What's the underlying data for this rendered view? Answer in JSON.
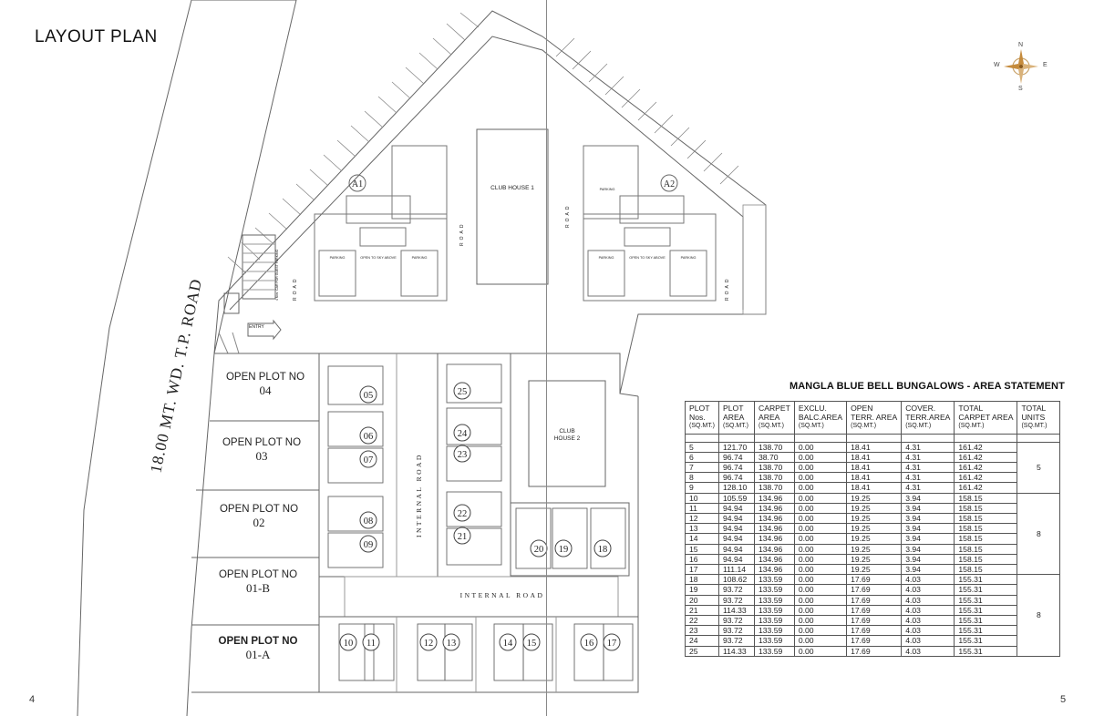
{
  "page": {
    "title": "LAYOUT PLAN",
    "page_left": "4",
    "page_right": "5"
  },
  "compass": {
    "n": "N",
    "s": "S",
    "e": "E",
    "w": "W"
  },
  "road_main": "18.00 MT. WD. T.P. ROAD",
  "labels": {
    "entry": "ENTRY",
    "club1": "CLUB HOUSE 1",
    "club2_a": "CLUB",
    "club2_b": "HOUSE 2",
    "internal_road": "INTERNAL ROAD",
    "internal_road_h": "INTERNAL ROAD",
    "road": "ROAD",
    "parking": "PARKING",
    "open_sky": "OPEN TO SKY ABOVE",
    "visitor_parking": "4 Nos. CAR FOR GUEST PARKING",
    "tower_a1": "A1",
    "tower_a2": "A2"
  },
  "open_plots": [
    {
      "a": "OPEN PLOT NO",
      "b": "04"
    },
    {
      "a": "OPEN PLOT NO",
      "b": "03"
    },
    {
      "a": "OPEN PLOT NO",
      "b": "02"
    },
    {
      "a": "OPEN PLOT NO",
      "b": "01-B"
    },
    {
      "a": "OPEN PLOT NO",
      "b": "01-A"
    }
  ],
  "plot_numbers": {
    "left": [
      "05",
      "06",
      "07",
      "08",
      "09"
    ],
    "mid": [
      "25",
      "24",
      "23",
      "22",
      "21"
    ],
    "right": [
      "20",
      "19",
      "18"
    ],
    "bottom": [
      "10",
      "11",
      "12",
      "13",
      "14",
      "15",
      "16",
      "17"
    ]
  },
  "area_statement": {
    "title": "MANGLA BLUE BELL BUNGALOWS - AREA STATEMENT",
    "headers": [
      {
        "a": "PLOT",
        "b": "Nos.",
        "s": "(SQ.MT.)"
      },
      {
        "a": "PLOT",
        "b": "AREA",
        "s": "(SQ.MT.)"
      },
      {
        "a": "CARPET",
        "b": "AREA",
        "s": "(SQ.MT.)"
      },
      {
        "a": "EXCLU.",
        "b": "BALC.AREA",
        "s": "(SQ.MT.)"
      },
      {
        "a": "OPEN",
        "b": "TERR. AREA",
        "s": "(SQ.MT.)"
      },
      {
        "a": "COVER.",
        "b": "TERR.AREA",
        "s": "(SQ.MT.)"
      },
      {
        "a": "TOTAL",
        "b": "CARPET AREA",
        "s": "(SQ.MT.)"
      },
      {
        "a": "TOTAL",
        "b": "UNITS",
        "s": "(SQ.MT.)"
      }
    ],
    "groups": [
      {
        "units": "5",
        "rows": [
          [
            "5",
            "121.70",
            "138.70",
            "0.00",
            "18.41",
            "4.31",
            "161.42"
          ],
          [
            "6",
            "96.74",
            "38.70",
            "0.00",
            "18.41",
            "4.31",
            "161.42"
          ],
          [
            "7",
            "96.74",
            "138.70",
            "0.00",
            "18.41",
            "4.31",
            "161.42"
          ],
          [
            "8",
            "96.74",
            "138.70",
            "0.00",
            "18.41",
            "4.31",
            "161.42"
          ],
          [
            "9",
            "128.10",
            "138.70",
            "0.00",
            "18.41",
            "4.31",
            "161.42"
          ]
        ]
      },
      {
        "units": "8",
        "rows": [
          [
            "10",
            "105.59",
            "134.96",
            "0.00",
            "19.25",
            "3.94",
            "158.15"
          ],
          [
            "11",
            "94.94",
            "134.96",
            "0.00",
            "19.25",
            "3.94",
            "158.15"
          ],
          [
            "12",
            "94.94",
            "134.96",
            "0.00",
            "19.25",
            "3.94",
            "158.15"
          ],
          [
            "13",
            "94.94",
            "134.96",
            "0.00",
            "19.25",
            "3.94",
            "158.15"
          ],
          [
            "14",
            "94.94",
            "134.96",
            "0.00",
            "19.25",
            "3.94",
            "158.15"
          ],
          [
            "15",
            "94.94",
            "134.96",
            "0.00",
            "19.25",
            "3.94",
            "158.15"
          ],
          [
            "16",
            "94.94",
            "134.96",
            "0.00",
            "19.25",
            "3.94",
            "158.15"
          ],
          [
            "17",
            "111.14",
            "134.96",
            "0.00",
            "19.25",
            "3.94",
            "158.15"
          ]
        ]
      },
      {
        "units": "8",
        "rows": [
          [
            "18",
            "108.62",
            "133.59",
            "0.00",
            "17.69",
            "4.03",
            "155.31"
          ],
          [
            "19",
            "93.72",
            "133.59",
            "0.00",
            "17.69",
            "4.03",
            "155.31"
          ],
          [
            "20",
            "93.72",
            "133.59",
            "0.00",
            "17.69",
            "4.03",
            "155.31"
          ],
          [
            "21",
            "114.33",
            "133.59",
            "0.00",
            "17.69",
            "4.03",
            "155.31"
          ],
          [
            "22",
            "93.72",
            "133.59",
            "0.00",
            "17.69",
            "4.03",
            "155.31"
          ],
          [
            "23",
            "93.72",
            "133.59",
            "0.00",
            "17.69",
            "4.03",
            "155.31"
          ],
          [
            "24",
            "93.72",
            "133.59",
            "0.00",
            "17.69",
            "4.03",
            "155.31"
          ],
          [
            "25",
            "114.33",
            "133.59",
            "0.00",
            "17.69",
            "4.03",
            "155.31"
          ]
        ]
      }
    ]
  }
}
